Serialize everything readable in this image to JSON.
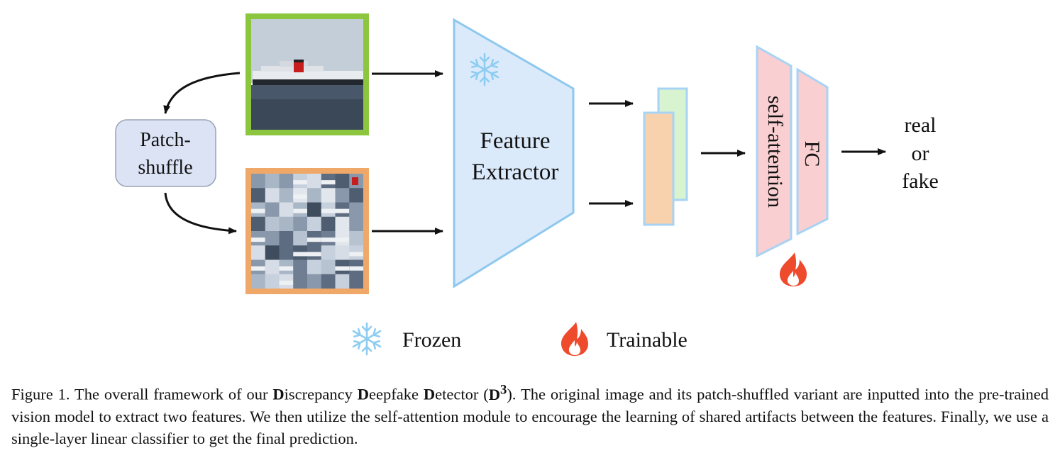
{
  "diagram": {
    "patch_shuffle": {
      "line1": "Patch-",
      "line2": "shuffle"
    },
    "feature_extractor": {
      "line1": "Feature",
      "line2": "Extractor"
    },
    "self_attention": "self-attention",
    "fc": "FC",
    "output": {
      "line1": "real",
      "line2": "or",
      "line3": "fake"
    },
    "legend": {
      "frozen": "Frozen",
      "trainable": "Trainable"
    },
    "colors": {
      "original_border": "#8cc63f",
      "shuffled_border": "#f0a868",
      "extractor_fill": "#dbeafb",
      "extractor_stroke": "#8ec8ee",
      "feature_orange": "#f8d2ad",
      "feature_green": "#d7f3d0",
      "trainable_fill": "#f9cfd2",
      "patch_box_fill": "#dbe3f5",
      "snowflake": "#8ecdf1",
      "flame": "#ee4a2c"
    },
    "icons": [
      "snowflake-icon",
      "flame-icon"
    ]
  },
  "caption": {
    "prefix": "Figure 1.  The overall framework of our ",
    "w1_bold": "D",
    "w1_rest": "iscrepancy ",
    "w2_bold": "D",
    "w2_rest": "eepfake ",
    "w3_bold": "D",
    "w3_rest": "etector (",
    "abbr_bold": "D",
    "abbr_sup": "3",
    "suffix": ").  The original image and its patch-shuffled variant are inputted into the pre-trained vision model to extract two features. We then utilize the self-attention module to encourage the learning of shared artifacts between the features. Finally, we use a single-layer linear classifier to get the final prediction."
  }
}
